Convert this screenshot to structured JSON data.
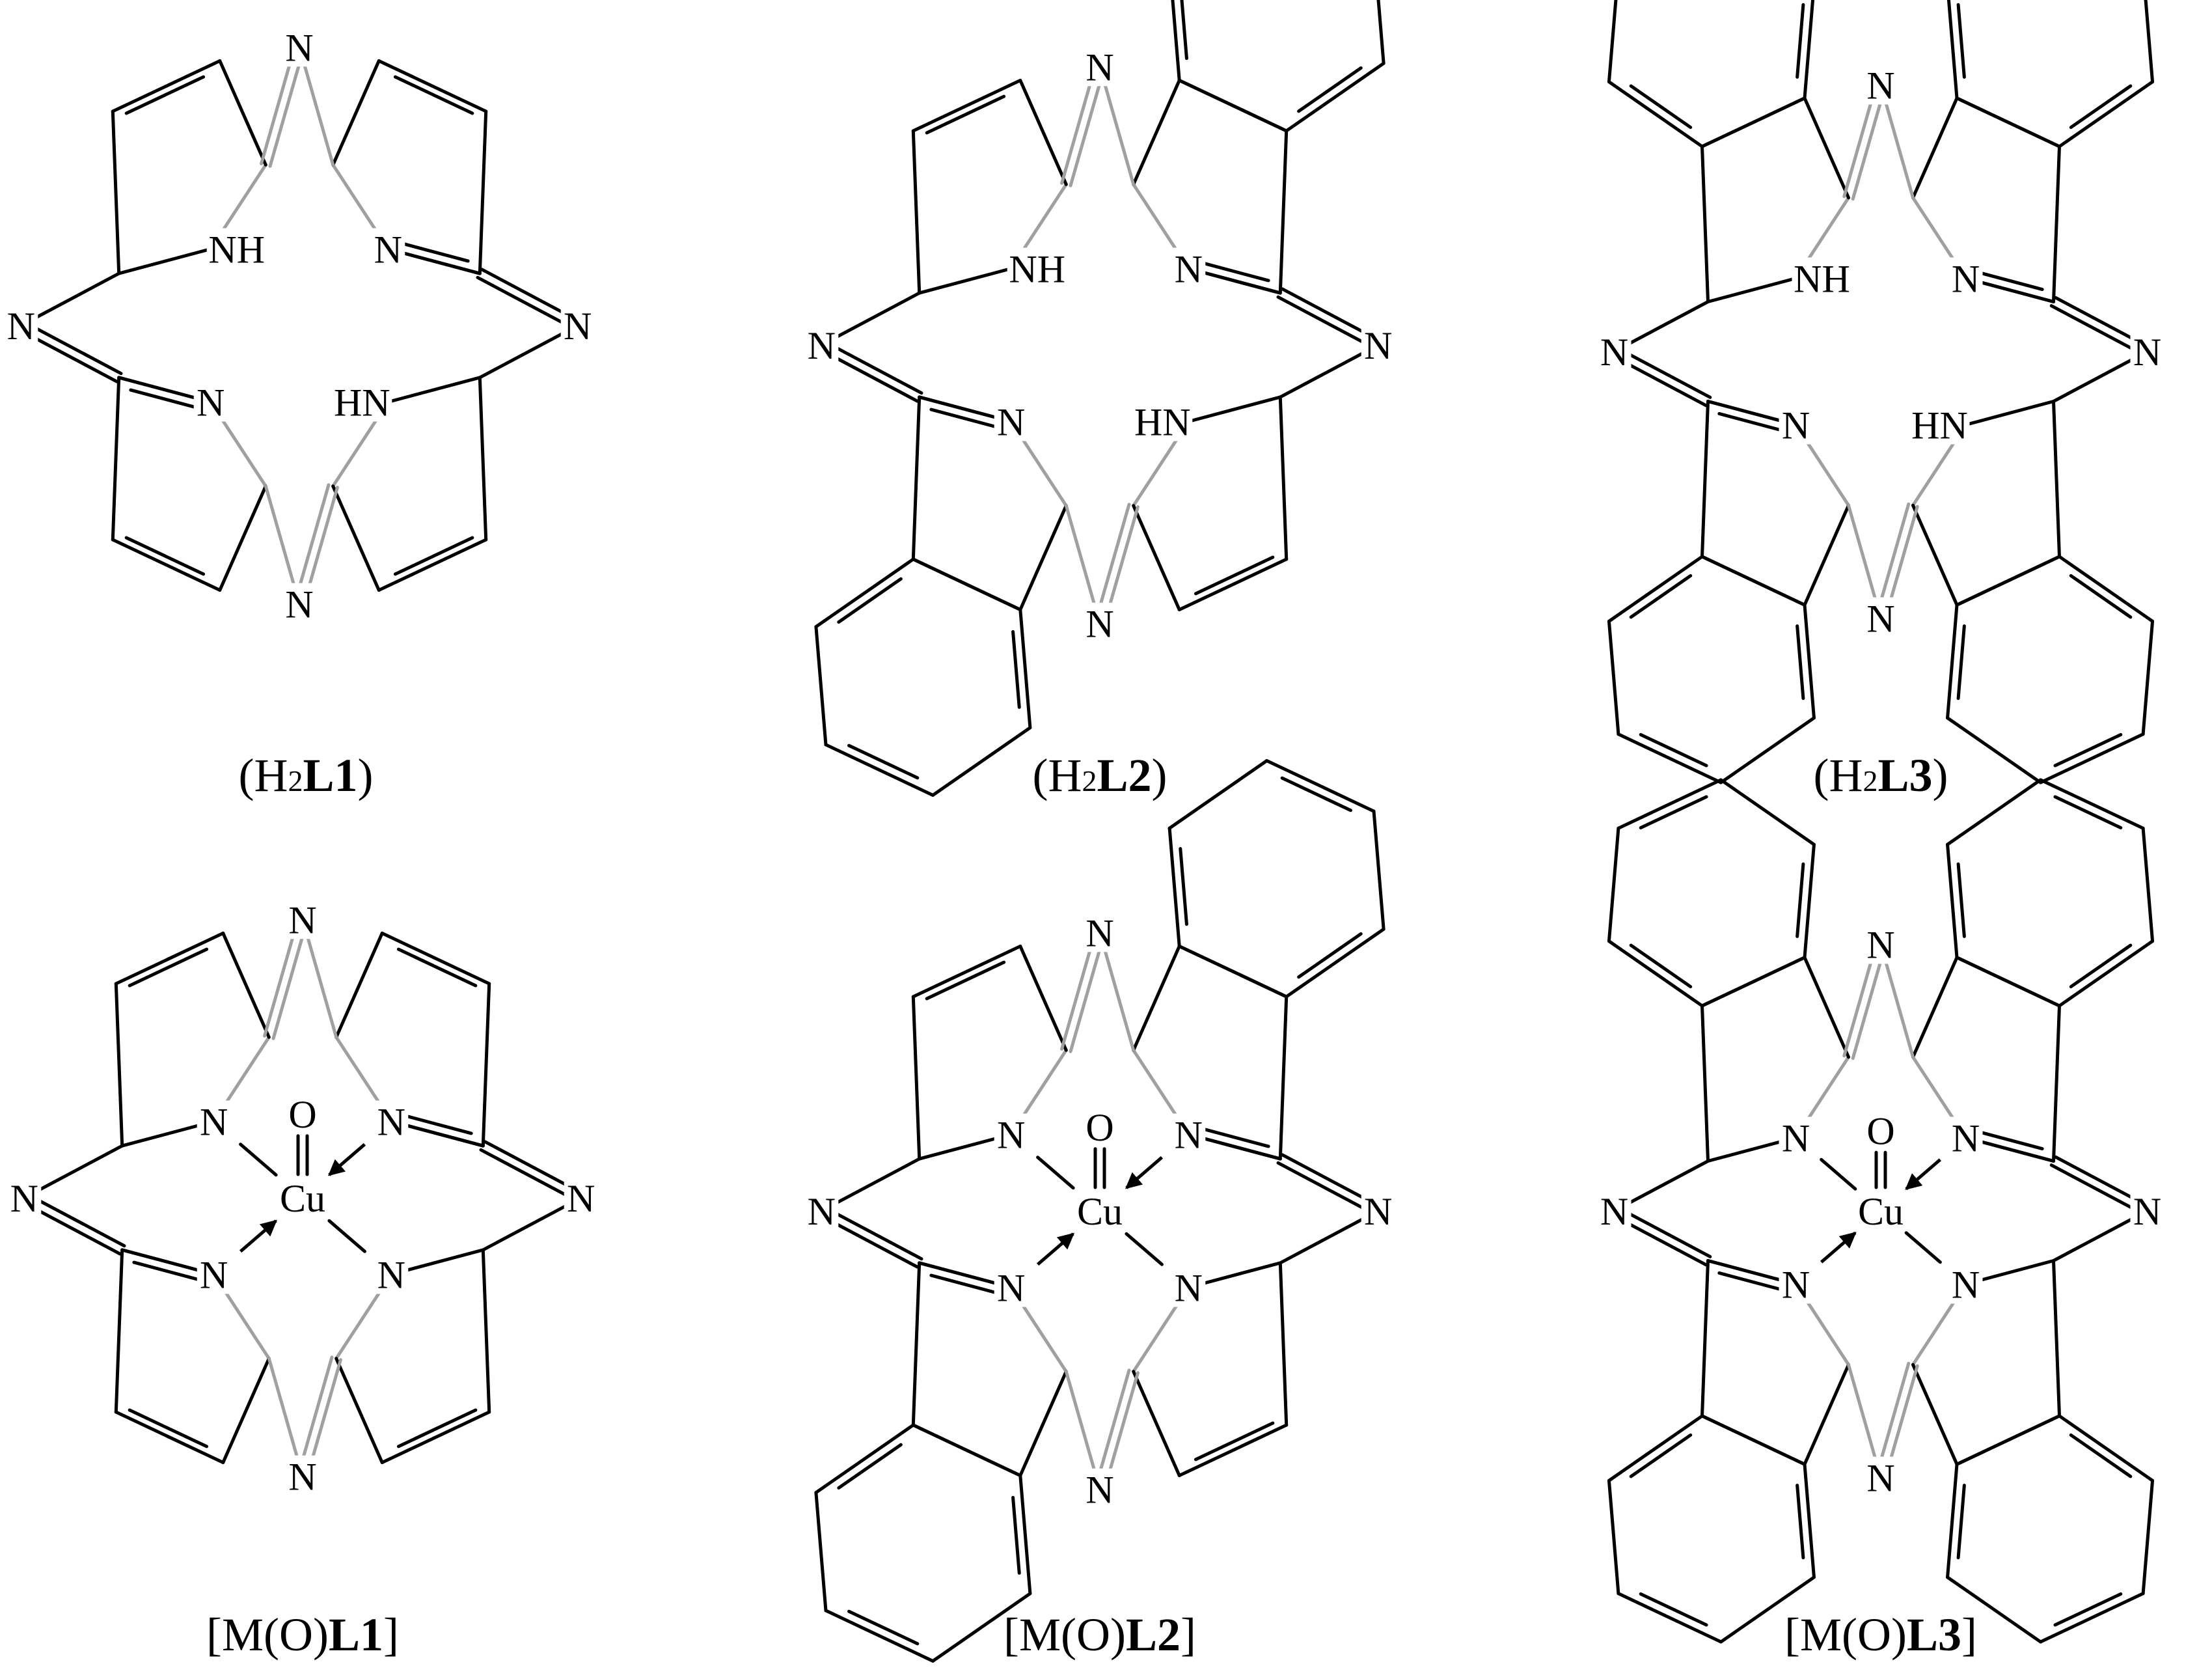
{
  "colors": {
    "ink": "#000000",
    "faint": "#a0a0a0"
  },
  "atom_labels": {
    "n": "N",
    "nh": "NH",
    "hn": "HN",
    "cu": "Cu",
    "o": "O"
  },
  "captions": {
    "h2l1": {
      "open": "(H",
      "sub": "2",
      "ligand": "L1",
      "close": ")"
    },
    "h2l2": {
      "open": "(H",
      "sub": "2",
      "ligand": "L2",
      "close": ")"
    },
    "h2l3": {
      "open": "(H",
      "sub": "2",
      "ligand": "L3",
      "close": ")"
    },
    "mol1": {
      "prefix": "[M(O)",
      "ligand": "L1",
      "suffix": "]"
    },
    "mol2": {
      "prefix": "[M(O)",
      "ligand": "L2",
      "suffix": "]"
    },
    "mol3": {
      "prefix": "[M(O)",
      "ligand": "L3",
      "suffix": "]"
    }
  }
}
